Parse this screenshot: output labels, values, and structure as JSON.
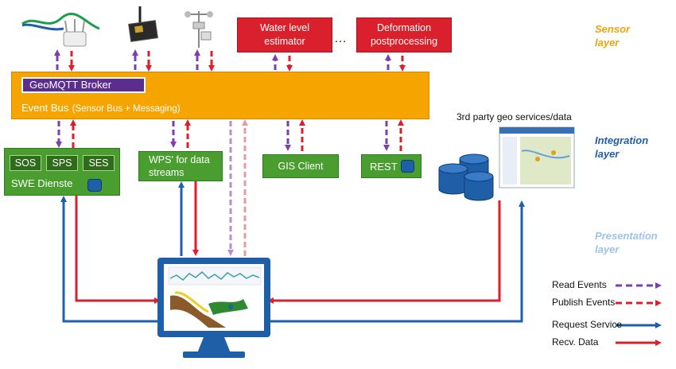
{
  "layers": {
    "sensor": "Sensor layer",
    "integration": "Integration layer",
    "presentation": "Presentation layer"
  },
  "colors": {
    "sensor_layer": "#f0a30a",
    "integration_layer": "#1f5fa8",
    "presentation_layer": "#9dc3e6",
    "read_events": "#7b3fb0",
    "publish_events": "#d9202c",
    "request_service": "#1f5fa8",
    "recv_data": "#d9202c",
    "event_bus": "#f5a400",
    "green_box": "#4a9e2f",
    "red_box": "#d9202c",
    "broker": "#5b2d8e"
  },
  "sensor_boxes": {
    "water_level": "Water level estimator",
    "ellipsis": "…",
    "deformation": "Deformation postprocessing"
  },
  "event_bus": {
    "broker": "GeoMQTT Broker",
    "title": "Event Bus",
    "subtitle": "(Sensor Bus + Messaging)"
  },
  "integration": {
    "swe": {
      "services": [
        "SOS",
        "SPS",
        "SES"
      ],
      "label": "SWE Dienste"
    },
    "wps": "WPS' for data streams",
    "gis_client": "GIS Client",
    "rest": "REST",
    "third_party": "3rd party geo services/data"
  },
  "legend": {
    "read_events": "Read Events",
    "publish_events": "Publish Events",
    "request_service": "Request Service",
    "recv_data": "Recv. Data"
  },
  "icons": [
    "router-icon",
    "sensor-board-icon",
    "weather-station-icon",
    "database-icon",
    "monitor-icon",
    "map-screenshot-icon"
  ]
}
